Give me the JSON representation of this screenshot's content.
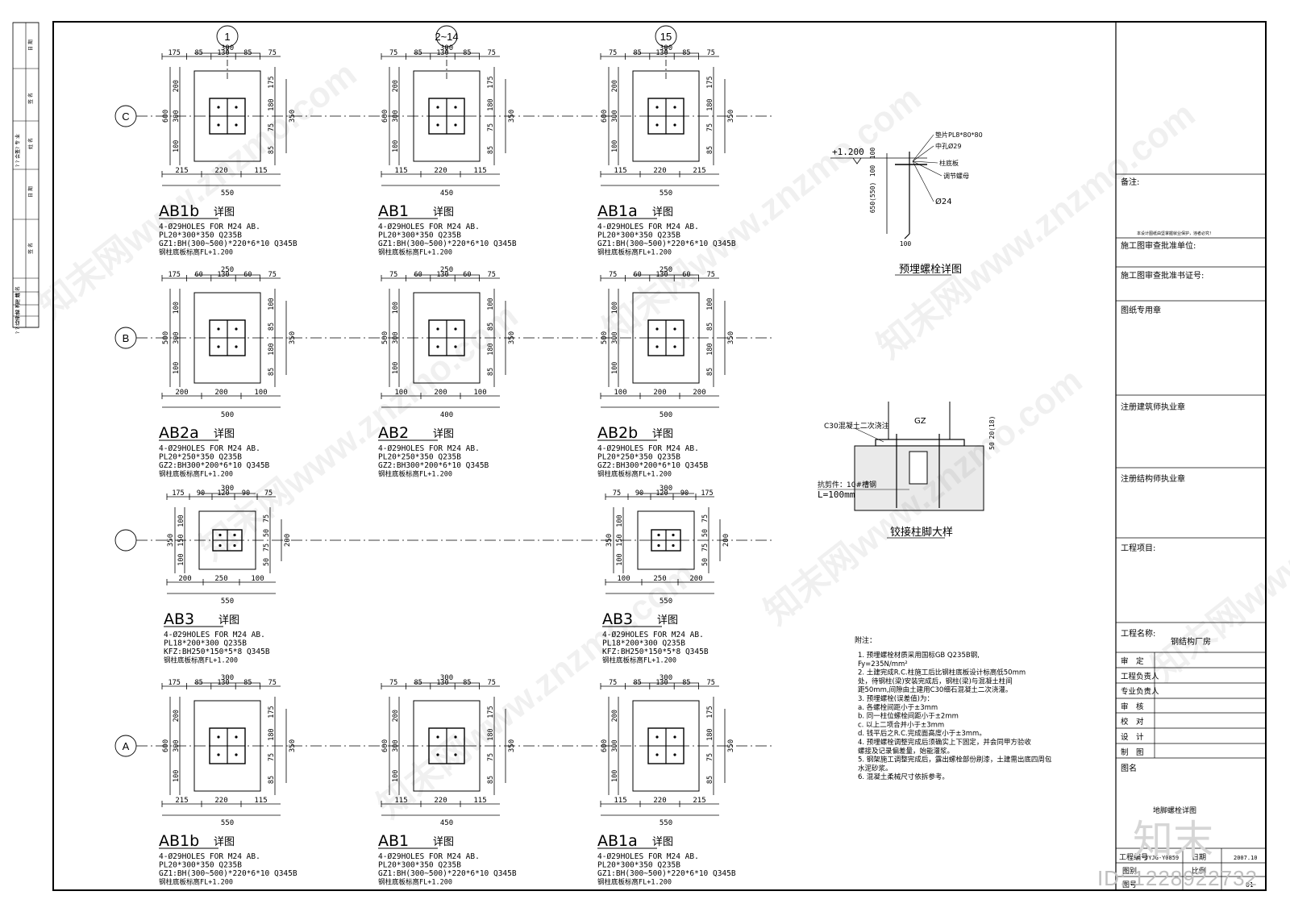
{
  "axes_top": [
    "1",
    "2~14",
    "15"
  ],
  "axes_left": [
    "C",
    "B",
    "",
    "A"
  ],
  "plates": [
    {
      "row": 0,
      "col": 0,
      "title": "AB1b",
      "suffix": "详图",
      "top_total": "300",
      "top_dims": [
        "175",
        "85",
        "130",
        "85",
        "75"
      ],
      "bottom_dims": [
        "215",
        "220",
        "115"
      ],
      "bottom_total": "550",
      "left_total": "600",
      "left_dims": [
        "200",
        "300",
        "100"
      ],
      "right_dims": [
        "175",
        "180",
        "75",
        "85"
      ],
      "right_total": "350",
      "notes": [
        "4-Ø29HOLES FOR M24 AB.",
        "PL20*300*350  Q235B",
        "GZ1:BH(300~500)*220*6*10 Q345B",
        "钢柱底板标高FL+1.200"
      ]
    },
    {
      "row": 0,
      "col": 1,
      "title": "AB1",
      "suffix": "详图",
      "top_total": "300",
      "top_dims": [
        "75",
        "85",
        "130",
        "85",
        "75"
      ],
      "bottom_dims": [
        "115",
        "220",
        "115"
      ],
      "bottom_total": "450",
      "left_total": "600",
      "left_dims": [
        "200",
        "300",
        "100"
      ],
      "right_dims": [
        "175",
        "180",
        "75",
        "85"
      ],
      "right_total": "350",
      "notes": [
        "4-Ø29HOLES FOR M24 AB.",
        "PL20*300*350  Q235B",
        "GZ1:BH(300~500)*220*6*10 Q345B",
        "钢柱底板标高FL+1.200"
      ]
    },
    {
      "row": 0,
      "col": 2,
      "title": "AB1a",
      "suffix": "详图",
      "top_total": "300",
      "top_dims": [
        "75",
        "85",
        "130",
        "85",
        "75"
      ],
      "bottom_dims": [
        "115",
        "220",
        "215"
      ],
      "bottom_total": "550",
      "left_total": "600",
      "left_dims": [
        "200",
        "300",
        "100"
      ],
      "right_dims": [
        "175",
        "180",
        "75",
        "85"
      ],
      "right_total": "350",
      "notes": [
        "4-Ø29HOLES FOR M24 AB.",
        "PL20*300*350  Q235B",
        "GZ1:BH(300~500)*220*6*10 Q345B",
        "钢柱底板标高FL+1.200"
      ]
    },
    {
      "row": 1,
      "col": 0,
      "title": "AB2a",
      "suffix": "详图",
      "top_total": "250",
      "top_dims": [
        "175",
        "60",
        "130",
        "60",
        "75"
      ],
      "bottom_dims": [
        "200",
        "200",
        "100"
      ],
      "bottom_total": "500",
      "left_total": "500",
      "left_dims": [
        "100",
        "300",
        "100"
      ],
      "right_dims": [
        "100",
        "85",
        "180",
        "85"
      ],
      "right_total": "350",
      "notes": [
        "4-Ø29HOLES FOR M24 AB.",
        "PL20*250*350  Q235B",
        "GZ2:BH300*200*6*10 Q345B",
        "钢柱底板标高FL+1.200"
      ]
    },
    {
      "row": 1,
      "col": 1,
      "title": "AB2",
      "suffix": "详图",
      "top_total": "250",
      "top_dims": [
        "75",
        "60",
        "130",
        "60",
        "75"
      ],
      "bottom_dims": [
        "100",
        "200",
        "100"
      ],
      "bottom_total": "400",
      "left_total": "500",
      "left_dims": [
        "100",
        "300",
        "100"
      ],
      "right_dims": [
        "100",
        "85",
        "180",
        "85"
      ],
      "right_total": "350",
      "notes": [
        "4-Ø29HOLES FOR M24 AB.",
        "PL20*250*350  Q235B",
        "GZ2:BH300*200*6*10 Q345B",
        "钢柱底板标高FL+1.200"
      ]
    },
    {
      "row": 1,
      "col": 2,
      "title": "AB2b",
      "suffix": "详图",
      "top_total": "250",
      "top_dims": [
        "75",
        "60",
        "130",
        "60",
        "75"
      ],
      "bottom_dims": [
        "100",
        "200",
        "200"
      ],
      "bottom_total": "500",
      "left_total": "500",
      "left_dims": [
        "100",
        "300",
        "100"
      ],
      "right_dims": [
        "100",
        "85",
        "180",
        "85"
      ],
      "right_total": "350",
      "notes": [
        "4-Ø29HOLES FOR M24 AB.",
        "PL20*250*350  Q235B",
        "GZ2:BH300*200*6*10 Q345B",
        "钢柱底板标高FL+1.200"
      ]
    },
    {
      "row": 2,
      "col": 0,
      "title": "AB3",
      "suffix": "详图",
      "top_total": "300",
      "top_dims": [
        "175",
        "90",
        "120",
        "90",
        "75"
      ],
      "bottom_dims": [
        "200",
        "250",
        "100"
      ],
      "bottom_total": "550",
      "left_total": "350",
      "left_dims": [
        "100",
        "150",
        "100"
      ],
      "right_dims": [
        "75",
        "50",
        "75",
        "50"
      ],
      "right_total": "200",
      "notes": [
        "4-Ø29HOLES FOR M24 AB.",
        "PL18*200*300  Q235B",
        "KFZ:BH250*150*5*8 Q345B",
        "钢柱底板标高FL+1.200"
      ]
    },
    {
      "row": 2,
      "col": 2,
      "title": "AB3",
      "suffix": "详图",
      "top_total": "300",
      "top_dims": [
        "75",
        "90",
        "120",
        "90",
        "175"
      ],
      "bottom_dims": [
        "100",
        "250",
        "200"
      ],
      "bottom_total": "550",
      "left_total": "350",
      "left_dims": [
        "100",
        "150",
        "100"
      ],
      "right_dims": [
        "75",
        "50",
        "75",
        "50"
      ],
      "right_total": "200",
      "notes": [
        "4-Ø29HOLES FOR M24 AB.",
        "PL18*200*300  Q235B",
        "KFZ:BH250*150*5*8 Q345B",
        "钢柱底板标高FL+1.200"
      ]
    },
    {
      "row": 3,
      "col": 0,
      "title": "AB1b",
      "suffix": "详图",
      "top_total": "300",
      "top_dims": [
        "175",
        "85",
        "130",
        "85",
        "75"
      ],
      "bottom_dims": [
        "215",
        "220",
        "115"
      ],
      "bottom_total": "550",
      "left_total": "600",
      "left_dims": [
        "200",
        "300",
        "100"
      ],
      "right_dims": [
        "175",
        "180",
        "75",
        "85"
      ],
      "right_total": "350",
      "notes": [
        "4-Ø29HOLES FOR M24 AB.",
        "PL20*300*350  Q235B",
        "GZ1:BH(300~500)*220*6*10 Q345B",
        "钢柱底板标高FL+1.200"
      ]
    },
    {
      "row": 3,
      "col": 1,
      "title": "AB1",
      "suffix": "详图",
      "top_total": "300",
      "top_dims": [
        "75",
        "85",
        "130",
        "85",
        "75"
      ],
      "bottom_dims": [
        "115",
        "220",
        "115"
      ],
      "bottom_total": "450",
      "left_total": "600",
      "left_dims": [
        "200",
        "300",
        "100"
      ],
      "right_dims": [
        "175",
        "180",
        "75",
        "85"
      ],
      "right_total": "350",
      "notes": [
        "4-Ø29HOLES FOR M24 AB.",
        "PL20*300*350  Q235B",
        "GZ1:BH(300~500)*220*6*10 Q345B",
        "钢柱底板标高FL+1.200"
      ]
    },
    {
      "row": 3,
      "col": 2,
      "title": "AB1a",
      "suffix": "详图",
      "top_total": "300",
      "top_dims": [
        "75",
        "85",
        "130",
        "85",
        "75"
      ],
      "bottom_dims": [
        "115",
        "220",
        "215"
      ],
      "bottom_total": "550",
      "left_total": "600",
      "left_dims": [
        "200",
        "300",
        "100"
      ],
      "right_dims": [
        "175",
        "180",
        "75",
        "85"
      ],
      "right_total": "350",
      "notes": [
        "4-Ø29HOLES FOR M24 AB.",
        "PL20*300*350  Q235B",
        "GZ1:BH(300~500)*220*6*10 Q345B",
        "钢柱底板标高FL+1.200"
      ]
    }
  ],
  "bolt_detail": {
    "elev": "+1.200",
    "dims": [
      "100",
      "100",
      "650(550)",
      "100"
    ],
    "callouts": [
      "垫片PL8*80*80",
      "中孔Ø29",
      "柱底板",
      "调节螺母",
      "Ø24"
    ],
    "title": "预埋螺栓详图"
  },
  "hinge_detail": {
    "col": "GZ",
    "concrete": "C30混凝土二次浇注",
    "dims": [
      "50",
      "20(18)"
    ],
    "shear": [
      "抗剪件：10#槽钢",
      "L=100mm"
    ],
    "title": "铰接柱脚大样"
  },
  "notes": {
    "heading": "附注：",
    "items": [
      "1. 预埋螺栓材质采用国标GB Q235B钢,",
      "    Fy=235N/mm²",
      "2. 土建完成R.C.柱施工后比钢柱底板设计标高低50mm",
      "   处，待钢柱(梁)安装完成后，钢柱(梁)与混凝土柱间",
      "   距50mm,间隙由土建用C30细石混凝土二次浇灌。",
      "3. 预埋螺栓(误差值)为：",
      "      a. 各螺栓间距小于±3mm",
      "      b. 同一柱位螺栓间距小于±2mm",
      "      c. 以上二项合并小于±3mm",
      "      d. 钱平后之R.C.完成面高度小于±3mm。",
      "4. 预埋螺栓调整完成后须确实上下固定，并会同甲方验收",
      "   螺接及记录偏差量，始能灌浆。",
      "5. 钢架施工调整完成后，露出螺栓部份刷漆，土建需出底四周包",
      "   水泥砂浆。",
      "6. 混凝土柔械尺寸依拆参考。"
    ]
  },
  "title_block": {
    "remarks": "备注:",
    "remarks_small": "本设计图纸由坚掌握就业保护，违者必究！",
    "review_unit": "施工图审查批准单位:",
    "cert_no": "施工图审查批准书证号:",
    "seal": "图纸专用章",
    "architect": "注册建筑师执业章",
    "structural": "注册结构师执业章",
    "project_item": "工程项目:",
    "project_name_label": "工程名称:",
    "project_name": "钢结构厂房",
    "sign_rows": [
      "审　定",
      "工程负责人",
      "专业负责人",
      "审　核",
      "校　对",
      "设　计",
      "制　图"
    ],
    "drawing_name": "图名",
    "drawing_title": "地脚螺栓详图",
    "proj_no_label": "工程编号",
    "proj_no": "JYJG-Y0859",
    "date_label": "日期",
    "date": "2007.10",
    "sheet_label": "图别",
    "scale_label": "比例",
    "sheet_no_label": "图号",
    "sheet_no": "01"
  },
  "left_strip": [
    "日 期",
    "签 名",
    "姓 名",
    "? ? 专 业",
    "? ? 会签",
    "日 期",
    "签 名",
    "姓 名",
    "? ? 建 筑",
    "? ? 结 构",
    "? ? 给排水"
  ],
  "watermark": "知末网www.znzmo.com",
  "logo": "知末",
  "id_tag": "ID: 1228922732"
}
